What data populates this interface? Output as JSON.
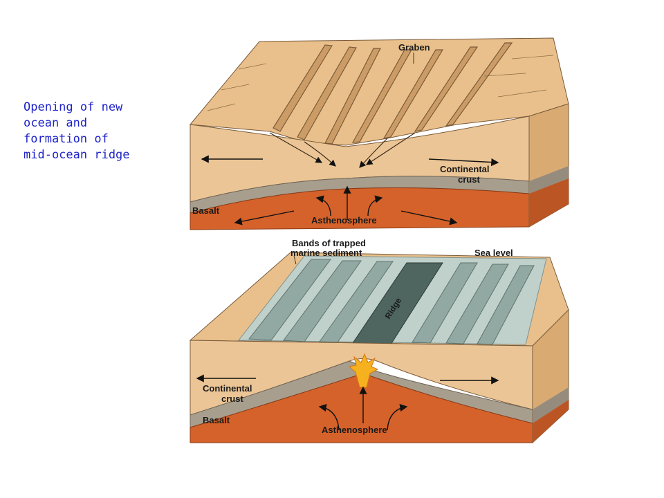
{
  "caption": {
    "lines": [
      "Opening of new",
      "ocean and",
      "formation of",
      "mid-ocean ridge"
    ]
  },
  "top_block": {
    "graben": "Graben",
    "continental_crust": [
      "Continental",
      "crust"
    ],
    "basalt": "Basalt",
    "asthenosphere": "Asthenosphere"
  },
  "bottom_block": {
    "bands": [
      "Bands of trapped",
      "marine sediment"
    ],
    "sea_level": "Sea level",
    "ridge": "Ridge",
    "continental_crust": [
      "Continental",
      "crust"
    ],
    "basalt": "Basalt",
    "asthenosphere": "Asthenosphere"
  },
  "colors": {
    "crust": "#e9c08b",
    "crust_dark": "#c99962",
    "basalt": "#a89e8e",
    "asthenosphere": "#d4622a",
    "sea": "#b9d3d6",
    "sediment": "#8fa7a0",
    "magma": "#f5b21e",
    "caption": "#1f24c8"
  }
}
